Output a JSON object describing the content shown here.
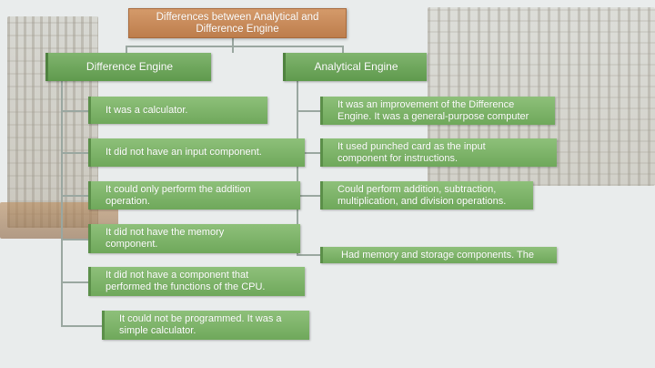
{
  "title": "Differences between Analytical and\nDifference Engine",
  "difference_engine": {
    "header": "Difference Engine",
    "items": [
      "It was a calculator.",
      "It did not have an input component.",
      "It could only perform the addition\noperation.",
      "It did not have the memory\ncomponent.",
      "It did not have a component that\nperformed the functions of the CPU.",
      "It could not be programmed. It was a\nsimple calculator."
    ]
  },
  "analytical_engine": {
    "header": "Analytical Engine",
    "items": [
      "It was an improvement of the Difference\nEngine. It was a general-purpose computer",
      "It used punched card as the input\ncomponent for instructions.",
      "Could perform addition, subtraction,\nmultiplication, and division operations.",
      "Had memory and storage components. The"
    ]
  },
  "colors": {
    "title_box": "#c98a58",
    "header_box": "#6fa85b",
    "item_box": "#7eb66a",
    "connector": "#9aa7a0",
    "background": "#e9ecec"
  }
}
